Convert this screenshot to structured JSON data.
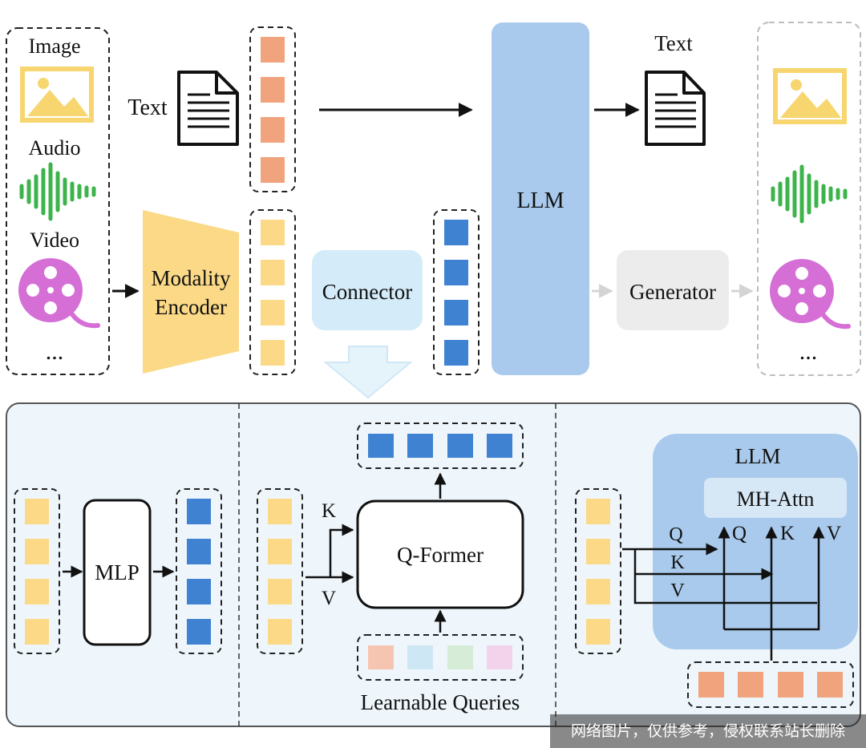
{
  "top": {
    "inputs": [
      "Image",
      "Audio",
      "Video",
      "..."
    ],
    "text_input_label": "Text",
    "encoder_label_line1": "Modality",
    "encoder_label_line2": "Encoder",
    "connector_label": "Connector",
    "llm_label": "LLM",
    "text_output_label": "Text",
    "generator_label": "Generator",
    "output_more": "..."
  },
  "bottom": {
    "mlp": {
      "block_label": "MLP"
    },
    "qformer": {
      "block_label": "Q-Former",
      "k_label": "K",
      "v_label": "V",
      "queries_label": "Learnable Queries"
    },
    "cross_attn": {
      "llm_label": "LLM",
      "attn_label": "MH-Attn",
      "q_in": "Q",
      "k_in": "K",
      "v_in": "V",
      "q_head": "Q",
      "k_head": "K",
      "v_head": "V"
    }
  },
  "colors": {
    "text_token": "#f0a37c",
    "modality_token": "#fbd986",
    "projected_token": "#3f82d1",
    "llm_block": "#a9caec",
    "connector": "#d4ebf9",
    "generator": "#ececec",
    "encoder": "#fbd986",
    "audio_wave": "#3cb44b",
    "video_reel": "#d56fd6",
    "image_icon": "#f7d56f",
    "panel_bg": "#eef6fb",
    "llm_panel": "#a9caec",
    "attn_box": "#d6e7f6",
    "query_colors": [
      "#f6c5b2",
      "#cde8f4",
      "#d6ecd6",
      "#f3d2ec"
    ]
  },
  "watermark": "网络图片，仅供参考，侵权联系站长删除"
}
